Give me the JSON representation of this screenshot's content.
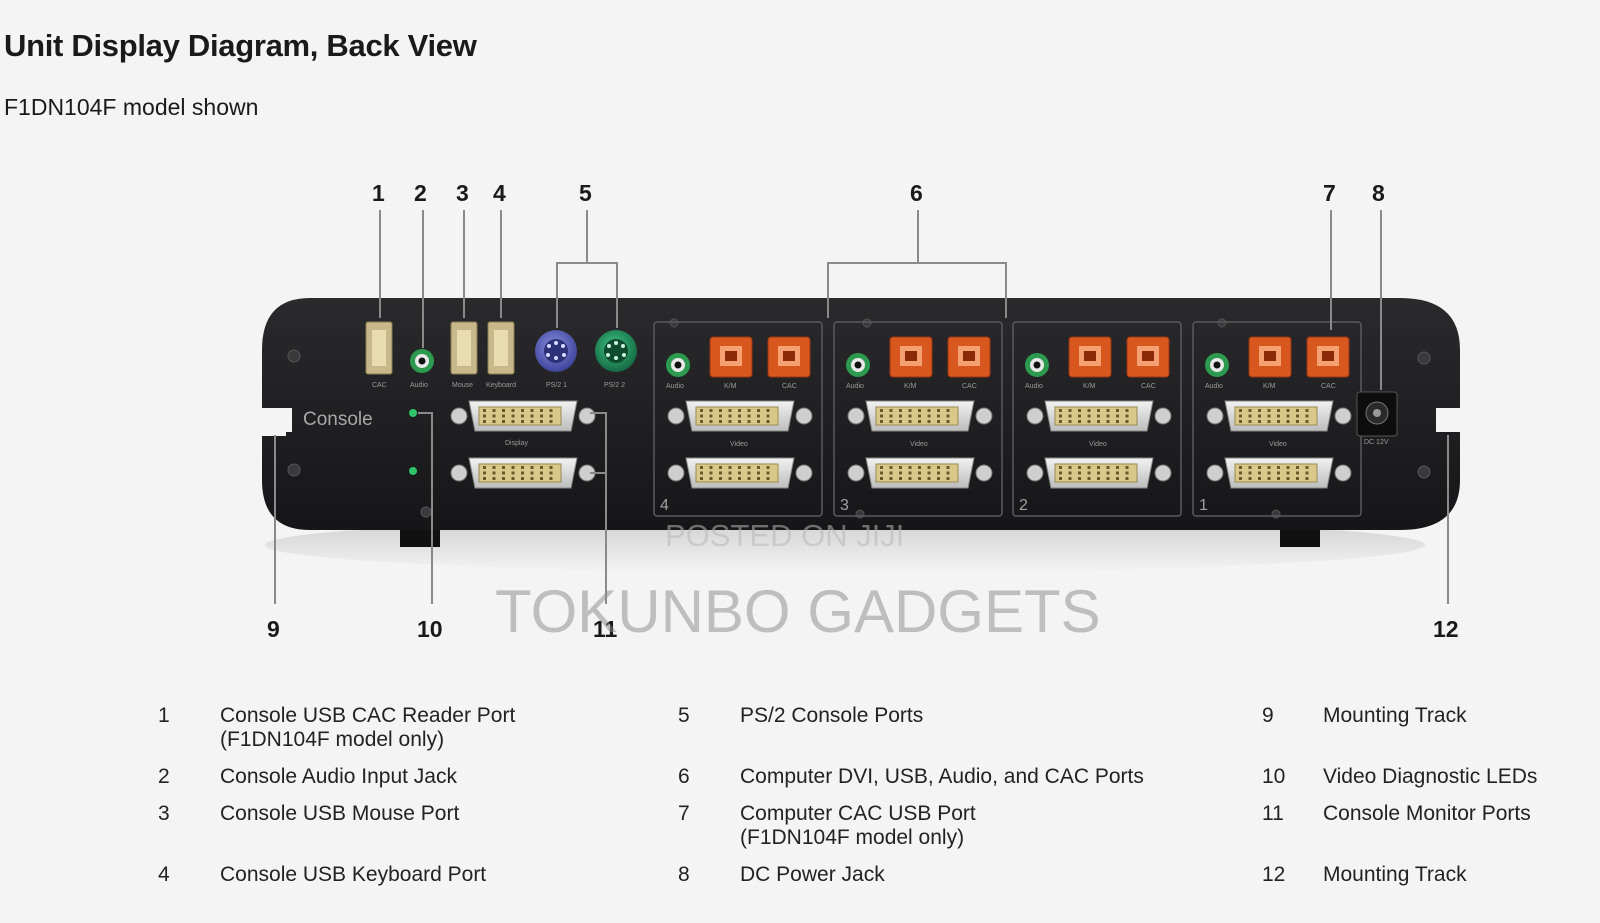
{
  "title": "Unit Display Diagram, Back View",
  "subtitle": "F1DN104F model shown",
  "callouts": [
    "1",
    "2",
    "3",
    "4",
    "5",
    "6",
    "7",
    "8",
    "9",
    "10",
    "11",
    "12"
  ],
  "device": {
    "console_label": "Console",
    "port_labels": {
      "cac": "CAC",
      "audio": "Audio",
      "mouse": "Mouse",
      "keyboard": "Keyboard",
      "ps2_1": "PS/2 1",
      "ps2_2": "PS/2 2",
      "display": "Display",
      "km": "K/M",
      "video": "Video",
      "dc": "DC 12V"
    },
    "panels": [
      "4",
      "3",
      "2",
      "1"
    ]
  },
  "watermark": {
    "posted": "POSTED ON JIJI",
    "brand": "TOKUNBO GADGETS"
  },
  "legend": [
    {
      "num": "1",
      "lines": [
        "Console USB CAC Reader Port",
        "(F1DN104F model only)"
      ]
    },
    {
      "num": "2",
      "lines": [
        "Console Audio Input Jack"
      ]
    },
    {
      "num": "3",
      "lines": [
        "Console USB Mouse Port"
      ]
    },
    {
      "num": "4",
      "lines": [
        "Console USB Keyboard Port"
      ]
    },
    {
      "num": "5",
      "lines": [
        "PS/2 Console Ports"
      ]
    },
    {
      "num": "6",
      "lines": [
        "Computer DVI, USB, Audio, and CAC Ports"
      ]
    },
    {
      "num": "7",
      "lines": [
        "Computer CAC USB Port",
        "(F1DN104F model only)"
      ]
    },
    {
      "num": "8",
      "lines": [
        "DC Power Jack"
      ]
    },
    {
      "num": "9",
      "lines": [
        "Mounting Track"
      ]
    },
    {
      "num": "10",
      "lines": [
        "Video Diagnostic LEDs"
      ]
    },
    {
      "num": "11",
      "lines": [
        "Console Monitor Ports"
      ]
    },
    {
      "num": "12",
      "lines": [
        "Mounting Track"
      ]
    }
  ],
  "colors": {
    "body": "#1f1f21",
    "usb_orange": "#d8571f",
    "audio_green": "#2c9a4f",
    "ps2_purple": "#5b62b8",
    "ps2_green": "#1f8a5a"
  }
}
